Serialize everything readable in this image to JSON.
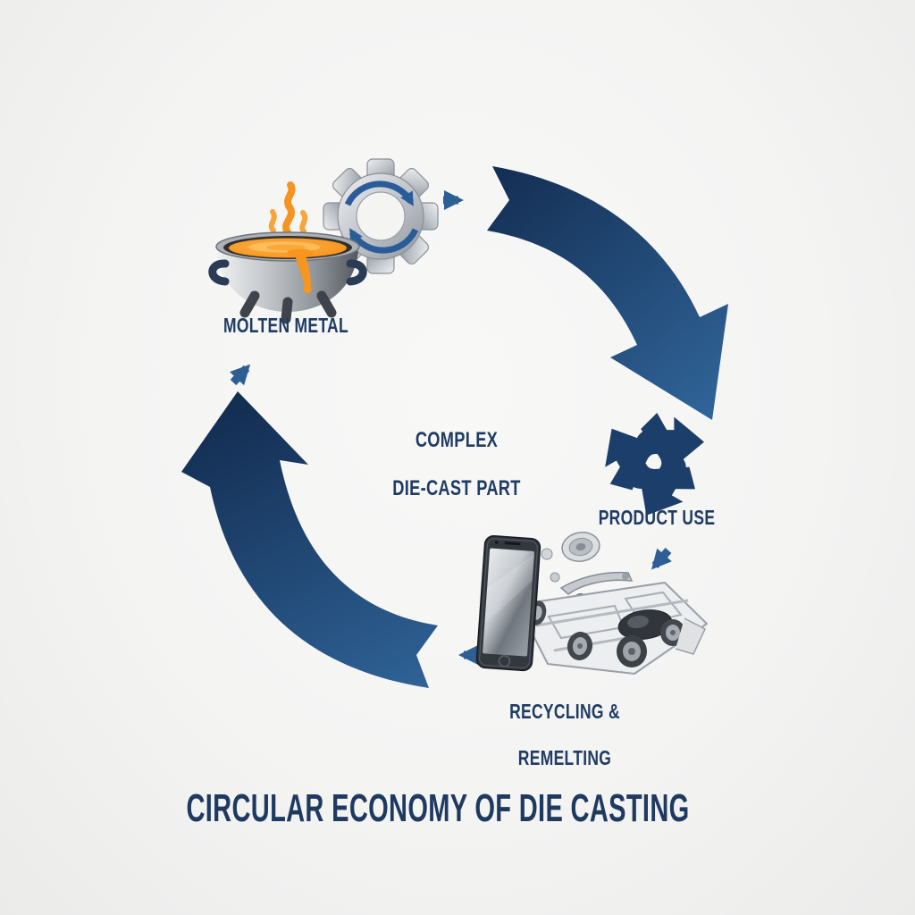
{
  "diagram": {
    "title": "CIRCULAR ECONOMY OF DIE CASTING",
    "center_label": {
      "line1": "COMPLEX",
      "line2": "DIE-CAST PART"
    },
    "nodes": {
      "molten_metal": {
        "label": "MOLTEN METAL"
      },
      "product_use": {
        "label": "PRODUCT USE"
      },
      "recycling": {
        "line1": "RECYCLING &",
        "line2": "REMELTING"
      }
    },
    "icons": [
      "crucible-molten-metal-icon",
      "gear-recycle-icon",
      "recycle-symbol-icon",
      "smartphone-icon",
      "car-chassis-icon",
      "die-cast-parts-icon"
    ],
    "colors": {
      "label_navy": "#1f3c64",
      "title_navy": "#1e3a60",
      "arrow_gradient_dark": "#142f54",
      "arrow_gradient_light": "#2f6296",
      "small_arrow_blue": "#2e5f94",
      "loop_blue": "#2b5c9a",
      "recycle_navy_dark": "#1c3e6b",
      "recycle_navy_light": "#2b5691",
      "molten_orange": "#f5941e",
      "flame_orange": "#f69c2e",
      "gear_silver": "#c7cbd0",
      "pot_grey_dark": "#585d63",
      "background": "#f4f4f3"
    }
  }
}
